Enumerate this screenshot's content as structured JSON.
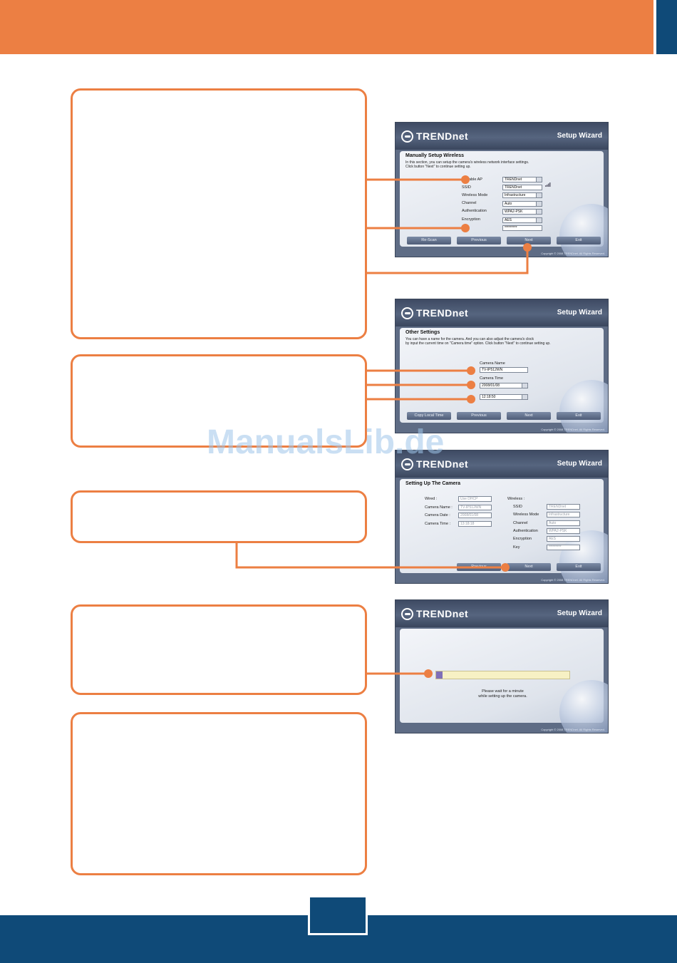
{
  "page": {
    "watermark": "ManualsLib.de"
  },
  "screens": {
    "wireless": {
      "logo": "TRENDnet",
      "wizard_title": "Setup Wizard",
      "title": "Manually Setup Wireless",
      "desc1": "In this section, you can setup the camera's wireless network interface settings.",
      "desc2": "Click button \"Next\" to continue setting up.",
      "labels": {
        "available_ap": "able AP",
        "ssid": "SSID",
        "wireless_mode": "Wireless Mode",
        "channel": "Channel",
        "authentication": "Authentication",
        "encryption": "Encryption"
      },
      "values": {
        "available_ap": "TRENDnet",
        "ssid": "TRENDnet",
        "wireless_mode": "Infrastructure",
        "channel": "Auto",
        "authentication": "WPA2-PSK",
        "encryption": "AES",
        "key": "*********"
      },
      "buttons": {
        "rescan": "Re-Scan",
        "previous": "Previous",
        "next": "Next",
        "exit": "Exit"
      },
      "copyright": "Copyright © 2008 TRENDnet. All Rights Reserved."
    },
    "other": {
      "logo": "TRENDnet",
      "wizard_title": "Setup Wizard",
      "title": "Other Settings",
      "desc1": "You can have a name for the camera. And you can also adjust the camera's clock",
      "desc2": "by input the current time on \"Camera time\" option. Click button \"Next\" to continue setting up.",
      "camera_name_label": "Camera Name",
      "camera_name": "TV-IP512WN",
      "camera_time_label": "Camera Time",
      "camera_date": "2008/01/08",
      "camera_time": "12:18:50",
      "buttons": {
        "copy_local_time": "Copy Local Time",
        "previous": "Previous",
        "next": "Next",
        "exit": "Exit"
      },
      "copyright": "Copyright © 2008 TRENDnet. All Rights Reserved."
    },
    "summary": {
      "logo": "TRENDnet",
      "wizard_title": "Setup Wizard",
      "title": "Setting Up The Camera",
      "left_labels": {
        "wired": "Wired :",
        "camera_name": "Camera Name :",
        "camera_date": "Camera Date :",
        "camera_time": "Camera Time :"
      },
      "left_values": {
        "wired": "Use DHCP",
        "camera_name": "TV-IP512WN",
        "camera_date": "2008/01/08",
        "camera_time": "13:18:18"
      },
      "wireless_label": "Wireless :",
      "right_labels": {
        "ssid": "SSID",
        "wireless_mode": "Wireless Mode",
        "channel": "Channel",
        "authentication": "Authentication",
        "encryption": "Encryption",
        "key": "Key"
      },
      "right_values": {
        "ssid": "TRENDnet",
        "wireless_mode": "Infrastructure",
        "channel": "Auto",
        "authentication": "WPA2-PSK",
        "encryption": "AES",
        "key": "*********"
      },
      "buttons": {
        "previous": "Previous",
        "next": "Next",
        "exit": "Exit"
      },
      "copyright": "Copyright © 2008 TRENDnet. All Rights Reserved."
    },
    "progress": {
      "logo": "TRENDnet",
      "wizard_title": "Setup Wizard",
      "progress_fraction": 0.05,
      "wait_line1": "Please wait for a minute",
      "wait_line2": "while setting up the camera.",
      "copyright": "Copyright © 2008 TRENDnet. All Rights Reserved."
    }
  },
  "colors": {
    "accent": "#ec7f43",
    "navy": "#0f4a78"
  }
}
